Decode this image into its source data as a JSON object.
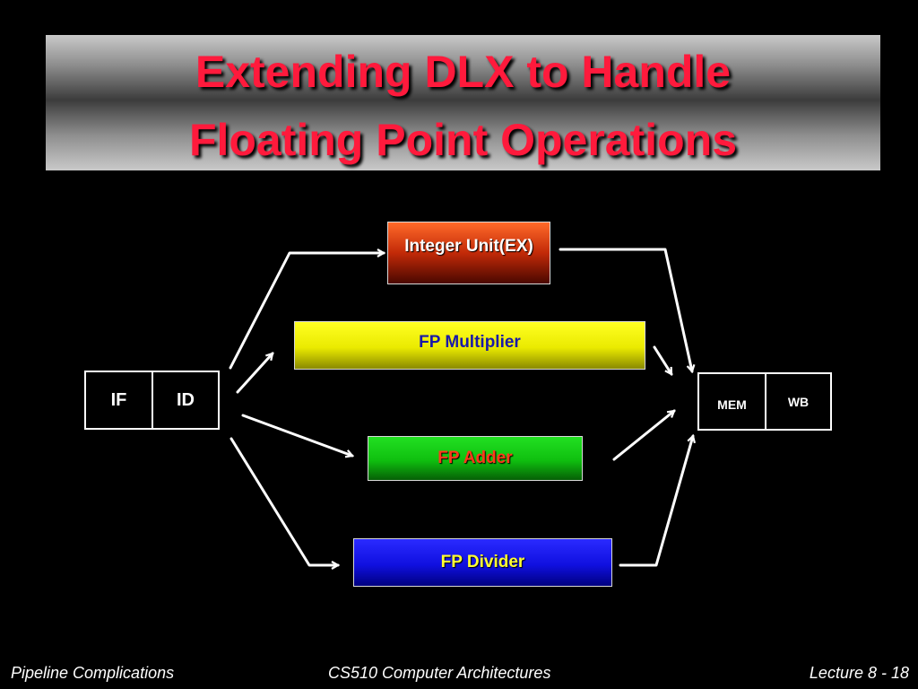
{
  "slide": {
    "title_line1": "Extending DLX to Handle",
    "title_line2": "Floating Point Operations"
  },
  "pipeline": {
    "front_stages": [
      "IF",
      "ID"
    ],
    "back_stages": [
      "MEM",
      "WB"
    ],
    "execution_units": [
      {
        "label": "Integer Unit(EX)",
        "color": "#c22a08"
      },
      {
        "label": "FP Multiplier",
        "color": "#eaea00"
      },
      {
        "label": "FP Adder",
        "color": "#0fbf0f"
      },
      {
        "label": "FP Divider",
        "color": "#1010e0"
      }
    ]
  },
  "footer": {
    "left": "Pipeline Complications",
    "center": "CS510 Computer Architectures",
    "right": "Lecture 8 - 18"
  },
  "colors": {
    "background": "#000000",
    "title_text": "#ff1a3c",
    "arrow": "#ffffff"
  }
}
